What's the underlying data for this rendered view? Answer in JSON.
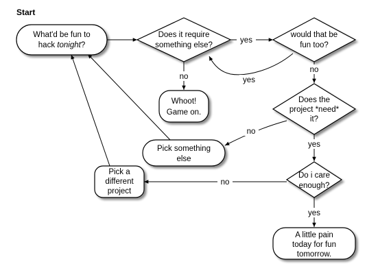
{
  "title": "Start",
  "nodes": {
    "fun": {
      "line1": "What'd be fun to",
      "line2_a": "hack ",
      "line2_b": "tonight",
      "line2_c": "?"
    },
    "require": {
      "line1": "Does it require",
      "line2": "something else?"
    },
    "funtoo": {
      "line1": "would that be",
      "line2": "fun too?"
    },
    "whoot": {
      "line1": "Whoot!",
      "line2": "Game on."
    },
    "need": {
      "line1": "Does the",
      "line2": "project *need*",
      "line3": "it?"
    },
    "pick_else": {
      "line1": "Pick something",
      "line2": "else"
    },
    "care": {
      "line1": "Do i care",
      "line2": "enough?"
    },
    "pick_diff": {
      "line1": "Pick a",
      "line2": "different",
      "line3": "project"
    },
    "pain": {
      "line1": "A little pain",
      "line2": "today for fun",
      "line3": "tomorrow."
    }
  },
  "edges": {
    "require_funtoo": "yes",
    "funtoo_require": "yes",
    "require_whoot": "no",
    "funtoo_need": "no",
    "need_pickelse": "no",
    "need_care": "yes",
    "care_pickdiff": "no",
    "care_pain": "yes"
  }
}
